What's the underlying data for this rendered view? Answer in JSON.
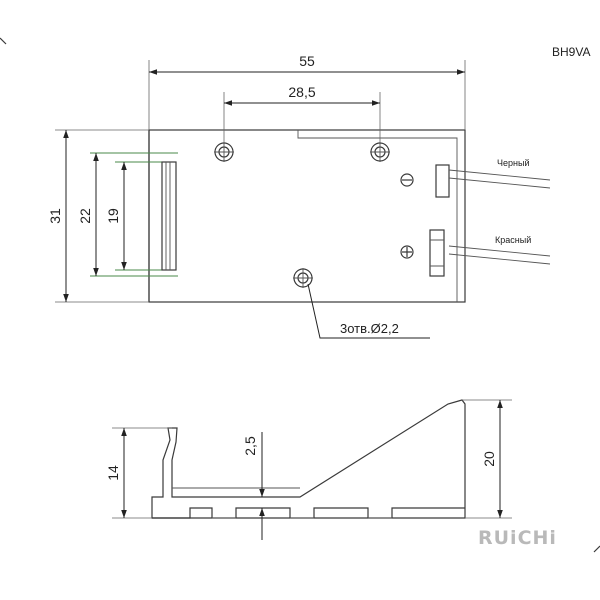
{
  "model_label": "BH9VA",
  "brand": "RUiCHi",
  "top_view": {
    "dims": {
      "overall_length": "55",
      "hole_pitch": "28,5",
      "overall_height": "31",
      "slot_outer": "22",
      "slot_inner": "19"
    },
    "holes_callout": "3отв.Ø2,2",
    "wires": [
      "Черный",
      "Красный"
    ]
  },
  "side_view": {
    "dims": {
      "clip_height": "14",
      "base_thickness": "2,5",
      "total_height": "20"
    }
  }
}
